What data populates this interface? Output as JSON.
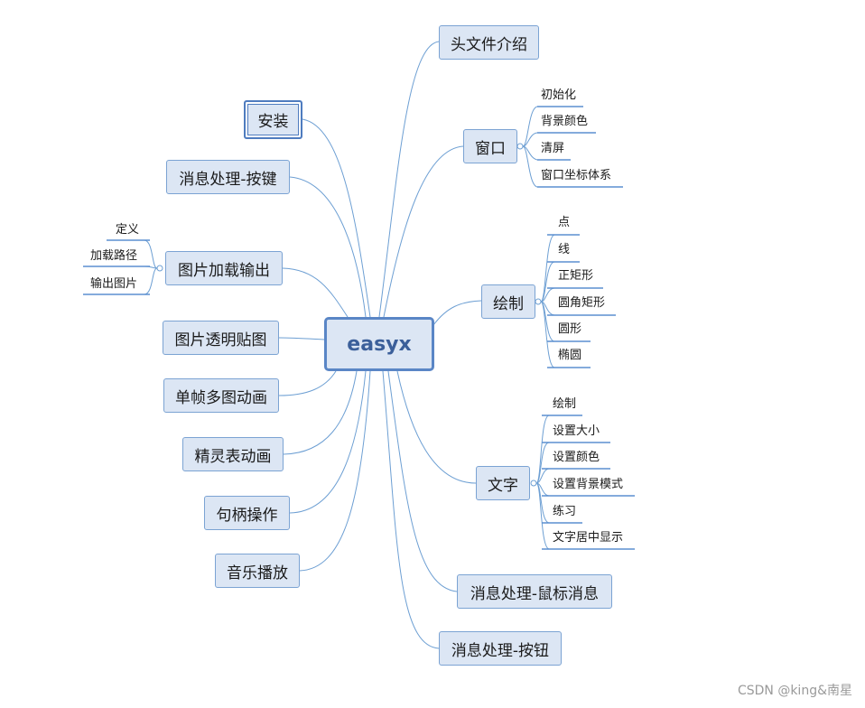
{
  "mindmap": {
    "central": "easyx",
    "right": {
      "header_intro": "头文件介绍",
      "window": {
        "label": "窗口",
        "children": [
          "初始化",
          "背景颜色",
          "清屏",
          "窗口坐标体系"
        ]
      },
      "draw": {
        "label": "绘制",
        "children": [
          "点",
          "线",
          "正矩形",
          "圆角矩形",
          "圆形",
          "椭圆"
        ]
      },
      "text": {
        "label": "文字",
        "children": [
          "绘制",
          "设置大小",
          "设置颜色",
          "设置背景模式",
          "练习",
          "文字居中显示"
        ]
      },
      "mouse_msg": "消息处理-鼠标消息",
      "button_msg": "消息处理-按钮"
    },
    "left": {
      "install": "安装",
      "key_msg": "消息处理-按键",
      "image_load": {
        "label": "图片加载输出",
        "children": [
          "定义",
          "加载路径",
          "输出图片"
        ]
      },
      "transparent": "图片透明贴图",
      "single_frame": "单帧多图动画",
      "sprite": "精灵表动画",
      "handle": "句柄操作",
      "music": "音乐播放"
    }
  },
  "watermark": "CSDN @king&南星",
  "colors": {
    "node_fill": "#dce6f4",
    "node_border": "#7ba3d3",
    "link": "#6d9fd3",
    "central_text": "#3b5f9a"
  }
}
